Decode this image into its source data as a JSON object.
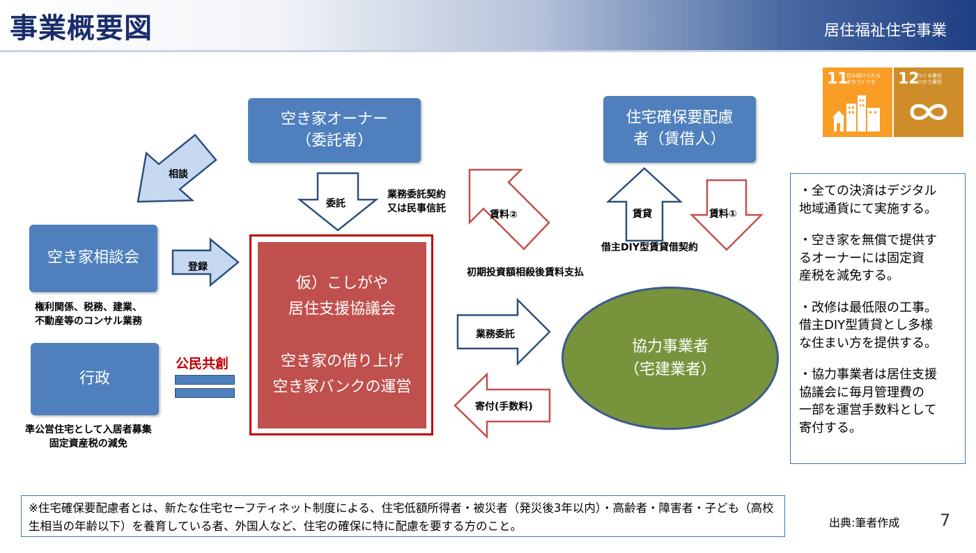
{
  "header": {
    "title": "事業概要図",
    "subtitle": "居住福祉住宅事業"
  },
  "nodes": {
    "owner": "空き家オーナー\n（委託者）",
    "tenant": "住宅確保要配慮\n者（賃借人）",
    "consult": "空き家相談会",
    "gov": "行政",
    "council": "仮）こしがや\n居住支援協議会\n\n空き家の借り上げ\n空き家バンクの運営",
    "partner": "協力事業者\n（宅建業者）"
  },
  "arrows": {
    "soudan": "相談",
    "itaku": "委託",
    "touroku": "登録",
    "chinryo2": "賃料②",
    "chintai": "賃貸",
    "chinryo1": "賃料①",
    "gyomu_itaku": "業務委託",
    "kifu": "寄付(手数料)"
  },
  "labels": {
    "contract": "業務委託契約\n又は民事信託",
    "diy_contract": "借主DIY型賃貸借契約",
    "initial_payment": "初期投資額相殺後賃料支払",
    "consult_desc": "権利関係、税務、建業、\n不動産等のコンサル業務",
    "gov_desc": "準公営住宅として入居者募集\n固定資産税の減免",
    "koumin": "公民共創"
  },
  "notes": [
    "・全ての決済はデジタル\n地域通貨にて実施する。",
    "・空き家を無償で提供す\nるオーナーには固定資\n産税を減免する。",
    "・改修は最低限の工事。\n借主DIY型賃貸とし多様\nな住まい方を提供する。",
    "・協力事業者は居住支援\n協議会に毎月管理費の\n一部を運営手数料として\n寄付する。"
  ],
  "footnote": "※住宅確保要配慮者とは、新たな住宅セーフティネット制度による、住宅低額所得者・被災者（発災後3年以内）・高齢者・障害者・子ども（高校生相当の年齢以下）を養育している者、外国人など、住宅の確保に特に配慮を要する方のこと。",
  "sdgs": [
    {
      "number": "11",
      "text": "住み続けられる\nまちづくりを",
      "color": "#f99d26",
      "icon": "city-buildings-icon"
    },
    {
      "number": "12",
      "text": "つくる責任\nつかう責任",
      "color": "#cf8d2a",
      "icon": "infinity-loop-icon"
    }
  ],
  "source": "出典:筆者作成",
  "page": "7"
}
